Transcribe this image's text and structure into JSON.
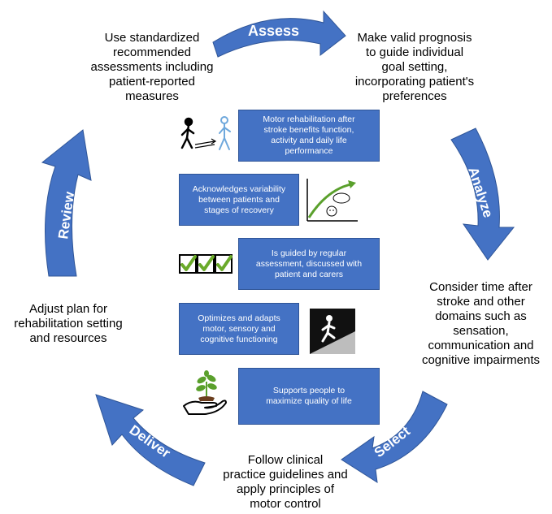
{
  "arrows": {
    "assess": "Assess",
    "analyze": "Analyze",
    "select": "Select",
    "deliver": "Deliver",
    "review": "Review"
  },
  "captions": {
    "top_left": [
      "Use standardized",
      "recommended",
      "assessments including",
      "patient-reported",
      "measures"
    ],
    "top_right": [
      "Make valid prognosis",
      "to guide individual",
      "goal setting,",
      "incorporating patient's",
      "preferences"
    ],
    "right": [
      "Consider time after",
      "stroke and other",
      "domains such as",
      "sensation,",
      "communication and",
      "cognitive impairments"
    ],
    "bottom": [
      "Follow  clinical",
      "practice guidelines and",
      "apply principles of",
      "motor control"
    ],
    "left": [
      "Adjust plan for",
      "rehabilitation setting",
      "and resources"
    ]
  },
  "principles": [
    [
      "Motor rehabilitation after",
      "stroke benefits function,",
      "activity and daily life",
      "performance"
    ],
    [
      "Acknowledges variability",
      "between patients and",
      "stages of recovery"
    ],
    [
      "Is guided by regular",
      "assessment, discussed with",
      "patient and carers"
    ],
    [
      "Optimizes and adapts",
      "motor, sensory and",
      "cognitive functioning"
    ],
    [
      "Supports people to",
      "maximize quality of life"
    ]
  ],
  "colors": {
    "arrow_blue": "#4472c4",
    "box_blue": "#4472c4",
    "check_green": "#6aaa2a",
    "plant_green": "#5aa02c"
  },
  "icons": [
    "walking-people-icon",
    "recovery-curve-icon",
    "checkboxes-icon",
    "climbing-person-icon",
    "plant-in-hand-icon"
  ]
}
